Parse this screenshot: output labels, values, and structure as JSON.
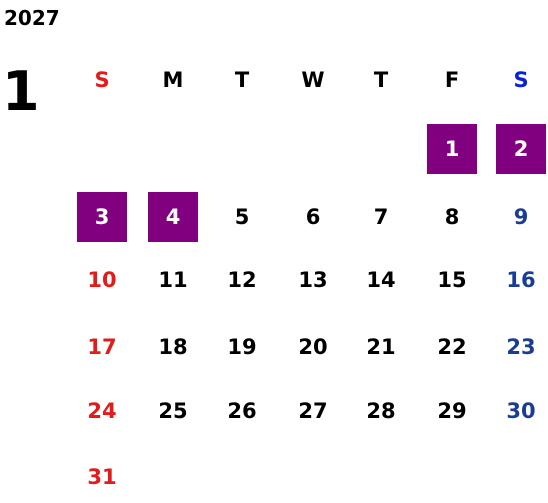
{
  "calendar": {
    "year": "2027",
    "month": "1",
    "weekdays": [
      "S",
      "M",
      "T",
      "W",
      "T",
      "F",
      "S"
    ],
    "weeks": [
      [
        "",
        "",
        "",
        "",
        "",
        "1",
        "2"
      ],
      [
        "3",
        "4",
        "5",
        "6",
        "7",
        "8",
        "9"
      ],
      [
        "10",
        "11",
        "12",
        "13",
        "14",
        "15",
        "16"
      ],
      [
        "17",
        "18",
        "19",
        "20",
        "21",
        "22",
        "23"
      ],
      [
        "24",
        "25",
        "26",
        "27",
        "28",
        "29",
        "30"
      ],
      [
        "31",
        "",
        "",
        "",
        "",
        "",
        ""
      ]
    ],
    "highlighted_days": [
      "1",
      "2",
      "3",
      "4"
    ]
  },
  "colors": {
    "sunday": "#e41b1b",
    "saturday": "#1a3d93",
    "saturday_header": "#0a22d6",
    "highlight_bg": "#800080",
    "highlight_text": "#ffffff",
    "text": "#000000"
  }
}
